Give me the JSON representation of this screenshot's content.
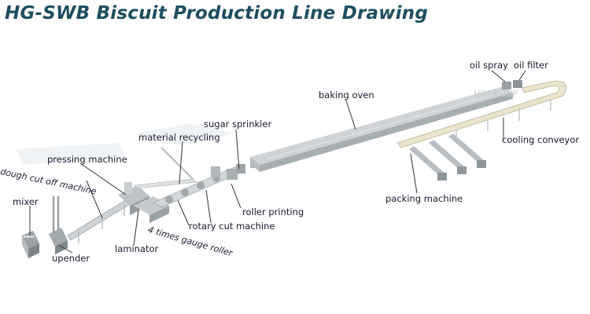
{
  "title": "HG-SWB Biscuit Production Line Drawing",
  "watermark": "HGGROUP",
  "labels": {
    "dough_cut_off_machine": "dough cut off machine",
    "pressing_machine": "pressing machine",
    "mixer": "mixer",
    "upender": "upender",
    "laminator": "laminator",
    "four_times_gauge_roller": "4 times gauge roller",
    "material_recycling": "material recycling",
    "sugar_sprinkler": "sugar sprinkler",
    "rotary_cut_machine": "rotary cut machine",
    "roller_printing": "roller printing",
    "baking_oven": "baking oven",
    "oil_spray": "oil spray",
    "oil_filter": "oil filter",
    "cooling_conveyor": "cooling conveyor",
    "packing_machine": "packing machine"
  },
  "colors": {
    "title": "#1f4e60",
    "label": "#1a1a2e",
    "machine": "#c9cdd0",
    "machine_dark": "#8e9599",
    "leader": "#333333",
    "conveyor": "#e8e2c8"
  }
}
